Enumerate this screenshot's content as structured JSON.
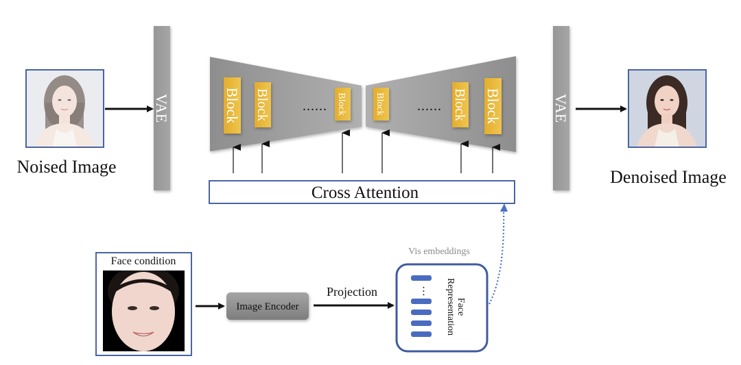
{
  "diagram": {
    "type": "architecture",
    "colors": {
      "vae_bar": "#9b9b9b",
      "unet_body": "#9a9a9a",
      "block_fill": "#e8b83a",
      "frame_blue": "#3f5a9e",
      "embedding_blue": "#4a6cc0",
      "encoder_gray": "#8c8c8c",
      "dotted_arrow": "#4a72c4"
    },
    "input": {
      "label": "Noised Image",
      "image_desc": "noised portrait photo"
    },
    "output": {
      "label": "Denoised Image",
      "image_desc": "denoised portrait photo"
    },
    "vae_left": {
      "label": "VAE"
    },
    "vae_right": {
      "label": "VAE"
    },
    "unet": {
      "encoder_blocks": [
        {
          "label": "Block",
          "size": "large"
        },
        {
          "label": "Block",
          "size": "medium"
        },
        {
          "label": "Block",
          "size": "small"
        }
      ],
      "decoder_blocks": [
        {
          "label": "Block",
          "size": "small"
        },
        {
          "label": "Block",
          "size": "medium"
        },
        {
          "label": "Block",
          "size": "large"
        }
      ],
      "ellipsis": "......"
    },
    "cross_attention": {
      "label": "Cross Attention"
    },
    "face_condition": {
      "label": "Face condition",
      "image_desc": "cropped face on black background"
    },
    "image_encoder": {
      "label": "Image Encoder"
    },
    "projection": {
      "label": "Projection"
    },
    "embeddings": {
      "title": "Vis embeddings",
      "label": "Face Representation",
      "label_line1": "Face",
      "label_line2": "Representation",
      "ellipsis": "···",
      "token_count_visible": 5
    }
  }
}
